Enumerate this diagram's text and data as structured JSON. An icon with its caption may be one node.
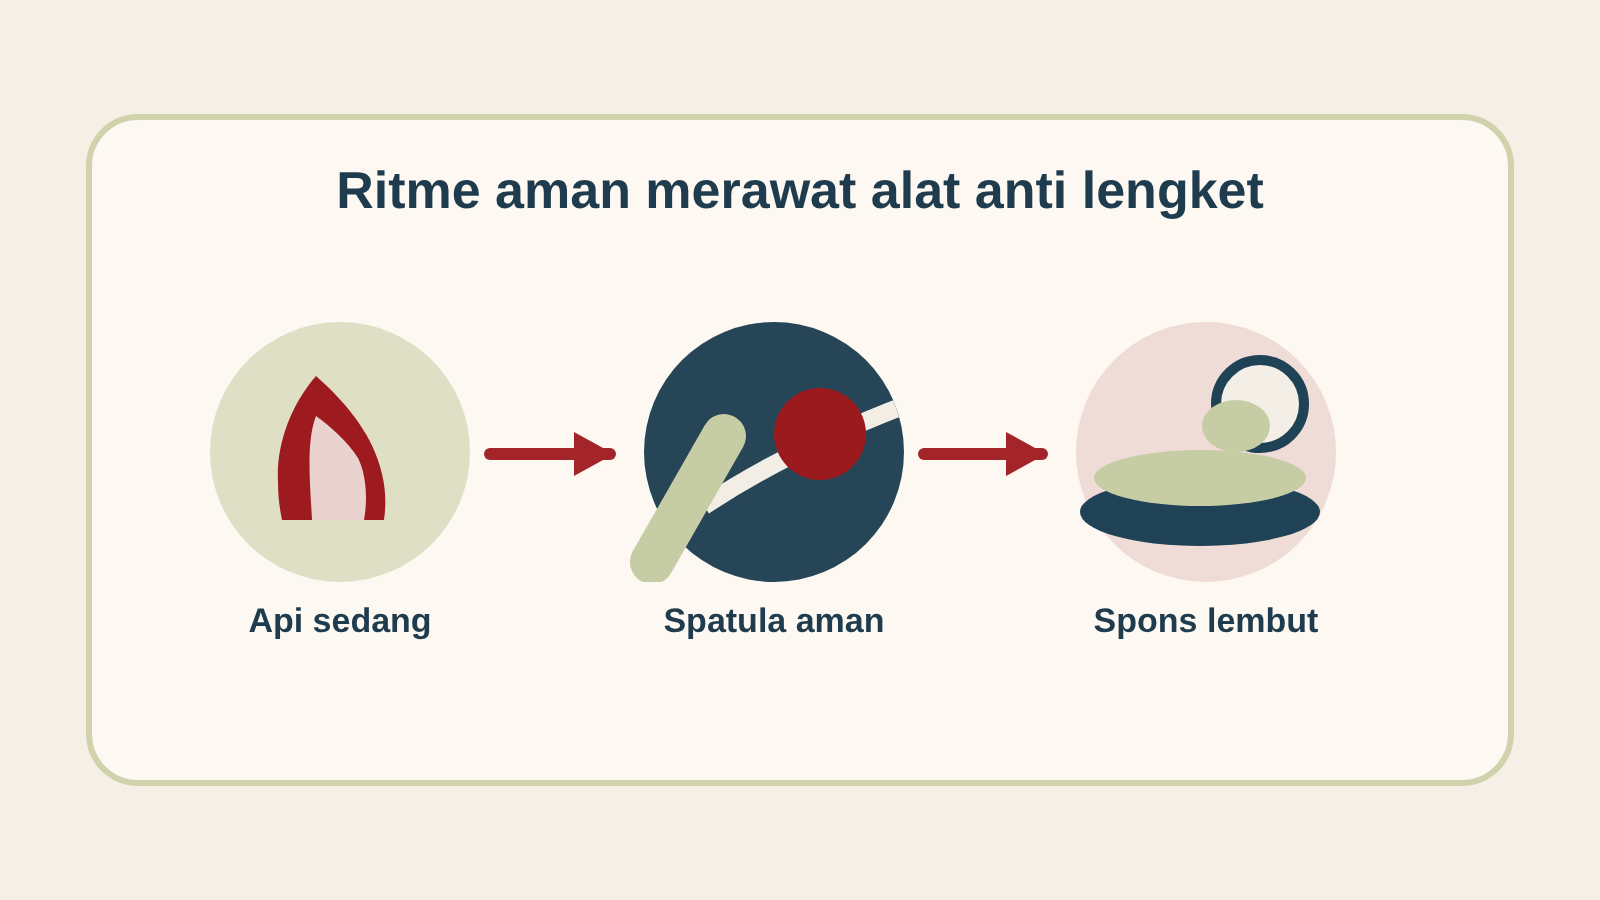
{
  "diagram": {
    "title": "Ritme aman merawat alat anti lengket",
    "nodes": [
      {
        "text": [
          "Api sedang"
        ]
      },
      {
        "text": [
          "Spatula aman"
        ]
      },
      {
        "text": [
          "Spons lembut"
        ]
      }
    ],
    "edges": [
      {
        "from": 0,
        "to": 1,
        "arrow": "to"
      },
      {
        "from": 1,
        "to": 2,
        "arrow": "to"
      }
    ]
  }
}
